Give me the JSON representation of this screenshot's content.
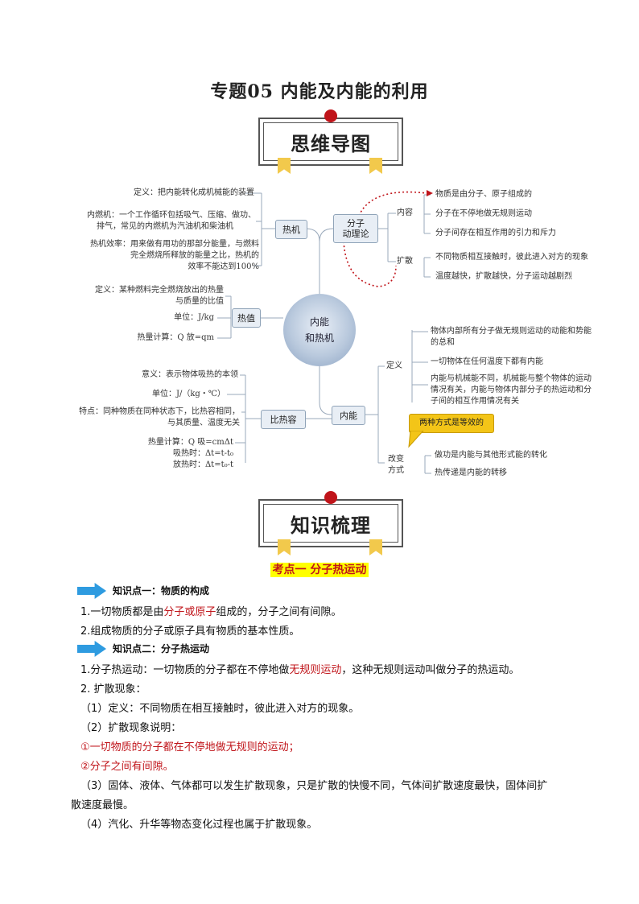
{
  "doc": {
    "title": "专题05  内能及内能的利用"
  },
  "banners": {
    "mindmap": "思维导图",
    "knowledge": "知识梳理"
  },
  "mindmap": {
    "hub": [
      "内能",
      "和热机"
    ],
    "heat_engine": {
      "label": "热机",
      "definition": "定义：把内能转化成机械能的装置",
      "ice": [
        "内燃机：一个工作循环包括吸气、压缩、做功、",
        "排气，常见的内燃机为汽油机和柴油机"
      ],
      "efficiency": [
        "热机效率：用来做有用功的那部分能量，与燃料",
        "完全燃烧所释放的能量之比，热机的",
        "效率不能达到100%"
      ]
    },
    "heat_value": {
      "label": "热值",
      "definition": [
        "定义：某种燃料完全燃烧放出的热量",
        "与质量的比值"
      ],
      "unit": "单位：J/kg",
      "formula": "热量计算：Q 放=qm"
    },
    "specific_heat": {
      "label": "比热容",
      "meaning": "意义：表示物体吸热的本领",
      "unit": "单位：J/（kg・℃）",
      "feature": [
        "特点：同种物质在同种状态下，比热容相同，",
        "与其质量、温度无关"
      ],
      "formula": "热量计算：Q 吸=cmΔt",
      "absorb": "吸热时：Δt=t-t₀",
      "release": "放热时：Δt=t₀-t"
    },
    "molecular": {
      "label": [
        "分子",
        "动理论"
      ],
      "content_label": "内容",
      "content": [
        "物质是由分子、原子组成的",
        "分子在不停地做无规则运动",
        "分子间存在相互作用的引力和斥力"
      ],
      "diffusion_label": "扩散",
      "diffusion": [
        "不同物质相互接触时，彼此进入对方的现象",
        "温度越快，扩散越快，分子运动越剧烈"
      ]
    },
    "internal_energy": {
      "label": "内能",
      "definition_label": "定义",
      "definitions": [
        [
          "物体内部所有分子做无规则运动的动能和势能",
          "的总和"
        ],
        [
          "一切物体在任何温度下都有内能"
        ],
        [
          "内能与机械能不同，机械能与整个物体的运动",
          "情况有关，内能与物体内部分子的热运动和分",
          "子间的相互作用情况有关"
        ]
      ],
      "callout": "两种方式是等效的",
      "change_label": [
        "改变",
        "方式"
      ],
      "changes": [
        "做功是内能与其他形式能的转化",
        "热传递是内能的转移"
      ]
    }
  },
  "knowledge": {
    "point_title": "考点一  分子热运动",
    "kp1_title": "知识点一：物质的构成",
    "kp1_line1": [
      "1.一切物质都是由",
      "分子或原子",
      "组成的，分子之间有间隙。"
    ],
    "kp1_line2": "2.组成物质的分子或原子具有物质的基本性质。",
    "kp2_title": "知识点二：分子热运动",
    "kp2_line1": [
      "1.分子热运动：一切物质的分子都在不停地做",
      "无规则运动",
      "，这种无规则运动叫做分子的热运动。"
    ],
    "kp2_line2": "2. 扩散现象：",
    "kp2_line3": "（1）定义：不同物质在相互接触时，彼此进入对方的现象。",
    "kp2_line4": "（2）扩散现象说明：",
    "kp2_line5": "①一切物质的分子都在不停地做无规则的运动；",
    "kp2_line6": "②分子之间有间隙。",
    "kp2_line7a": "（3）固体、液体、气体都可以发生扩散现象，只是扩散的快慢不同，气体间扩散速度最快，固体间扩",
    "kp2_line7b": "散速度最慢。",
    "kp2_line8": "（4）汽化、升华等物态变化过程也属于扩散现象。"
  },
  "colors": {
    "accent_red": "#c0141a",
    "highlight": "#ffff00",
    "arrow_blue": "#2e9be0"
  }
}
